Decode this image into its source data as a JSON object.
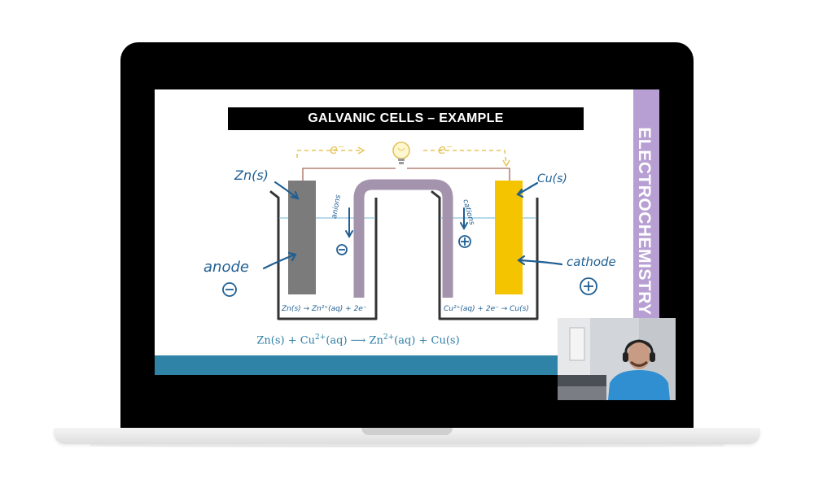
{
  "slide": {
    "title": "GALVANIC CELLS – EXAMPLE",
    "side_label": "ELECTROCHEMISTRY",
    "equation": {
      "p1": "Zn(s) + Cu",
      "p1_sup": "2+",
      "p2": "(aq) ⟶ Zn",
      "p2_sup": "2+",
      "p3": "(aq) + Cu(s)"
    },
    "labels": {
      "electron_left": "e⁻",
      "electron_right": "e⁻",
      "zn": "Zn(s)",
      "cu": "Cu(s)",
      "anode": "anode",
      "cathode": "cathode",
      "anions": "anions",
      "cations": "cations",
      "half_left": "Zn(s) → Zn²⁺(aq) + 2e⁻",
      "half_right": "Cu²⁺(aq) + 2e⁻ → Cu(s)"
    }
  },
  "colors": {
    "zinc": "#7b7b7b",
    "copper": "#f5c400",
    "salt_bridge": "#a493ad",
    "side_bar": "#b79fd3",
    "bottom_bar": "#2e83a6",
    "ink": "#1f5f93",
    "electron_arrow": "#e8c45a"
  }
}
